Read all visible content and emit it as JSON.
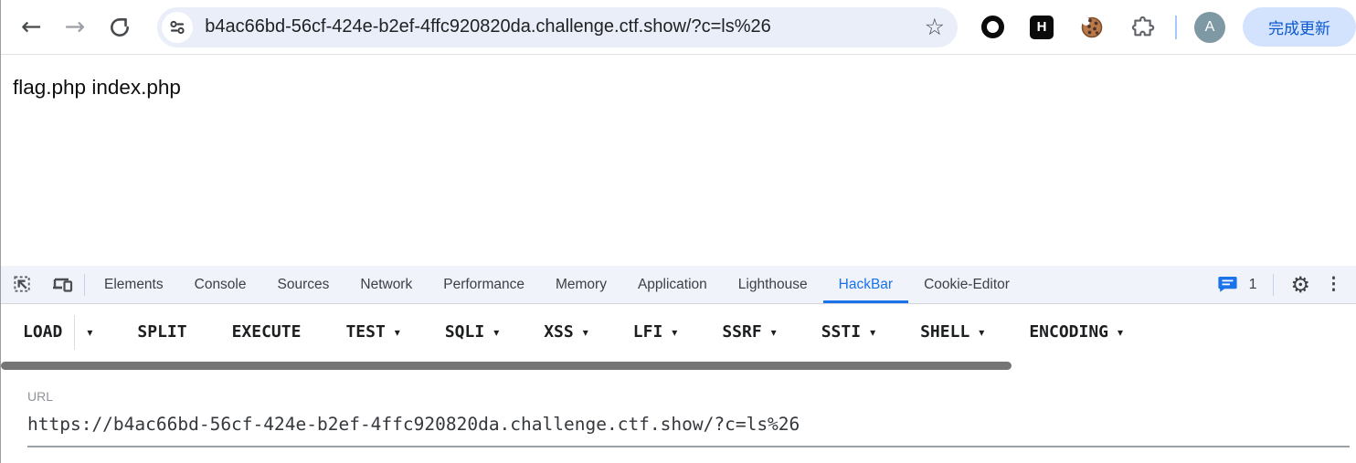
{
  "browser": {
    "back_icon": "←",
    "forward_icon": "→",
    "omnibox_url": "b4ac66bd-56cf-424e-b2ef-4ffc920820da.challenge.ctf.show/?c=ls%26",
    "hackbar_extension_letter": "H",
    "avatar_initial": "A",
    "update_button_label": "完成更新"
  },
  "page": {
    "content": "flag.php index.php"
  },
  "devtools": {
    "tabs": [
      "Elements",
      "Console",
      "Sources",
      "Network",
      "Performance",
      "Memory",
      "Application",
      "Lighthouse",
      "HackBar",
      "Cookie-Editor"
    ],
    "active_tab": "HackBar",
    "message_count": "1"
  },
  "hackbar": {
    "buttons": [
      {
        "label": "LOAD",
        "dropdown": true
      },
      {
        "label": "SPLIT",
        "dropdown": false
      },
      {
        "label": "EXECUTE",
        "dropdown": false
      },
      {
        "label": "TEST",
        "dropdown": true
      },
      {
        "label": "SQLI",
        "dropdown": true
      },
      {
        "label": "XSS",
        "dropdown": true
      },
      {
        "label": "LFI",
        "dropdown": true
      },
      {
        "label": "SSRF",
        "dropdown": true
      },
      {
        "label": "SSTI",
        "dropdown": true
      },
      {
        "label": "SHELL",
        "dropdown": true
      },
      {
        "label": "ENCODING",
        "dropdown": true
      }
    ],
    "url_label": "URL",
    "url_value": "https://b4ac66bd-56cf-424e-b2ef-4ffc920820da.challenge.ctf.show/?c=ls%26"
  },
  "icons": {
    "caret": "▾",
    "star": "☆",
    "gear": "⚙",
    "kebab": "⋮"
  },
  "colors": {
    "accent_blue": "#1a73e8",
    "omnibox_bg": "#e9eef8",
    "update_button_bg": "#d3e3fd",
    "update_button_text": "#0b57d0",
    "avatar_bg": "#7e99a3",
    "scrollbar_thumb": "#757575",
    "devtools_bar_bg": "#f0f3f9"
  }
}
